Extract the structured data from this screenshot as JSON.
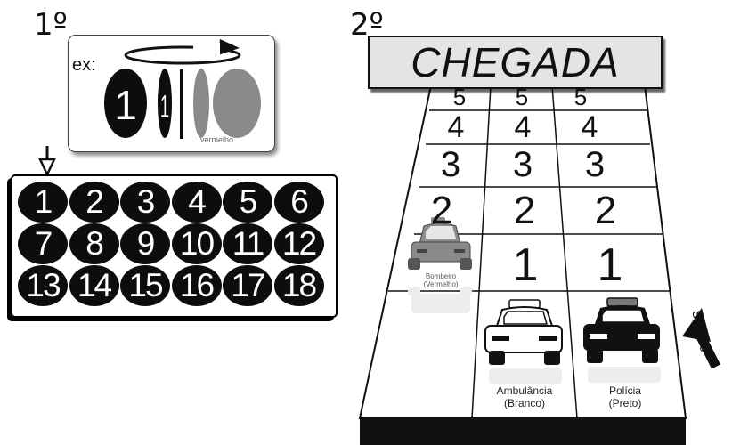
{
  "steps": {
    "step1": "1º",
    "step2": "2º"
  },
  "example": {
    "label": "ex:",
    "token_number": "1",
    "color_name": "vermelho"
  },
  "board": {
    "tokens": [
      "1",
      "2",
      "3",
      "4",
      "5",
      "6",
      "7",
      "8",
      "9",
      "10",
      "11",
      "12",
      "13",
      "14",
      "15",
      "16",
      "17",
      "18"
    ]
  },
  "track": {
    "finish_label": "CHEGADA",
    "rows": [
      {
        "left": "5",
        "center": "5",
        "right": "5"
      },
      {
        "left": "4",
        "center": "4",
        "right": "4"
      },
      {
        "left": "3",
        "center": "3",
        "right": "3"
      },
      {
        "left": "2",
        "center": "2",
        "right": "2"
      },
      {
        "left": "",
        "center": "1",
        "right": "1"
      }
    ],
    "cars": {
      "fire": {
        "name": "Bombeiro",
        "color": "(Vermelho)"
      },
      "ambulance": {
        "name": "Ambulância",
        "color": "(Branco)"
      },
      "police": {
        "name": "Polícia",
        "color": "(Preto)"
      }
    },
    "direction_label": "Sentido"
  }
}
